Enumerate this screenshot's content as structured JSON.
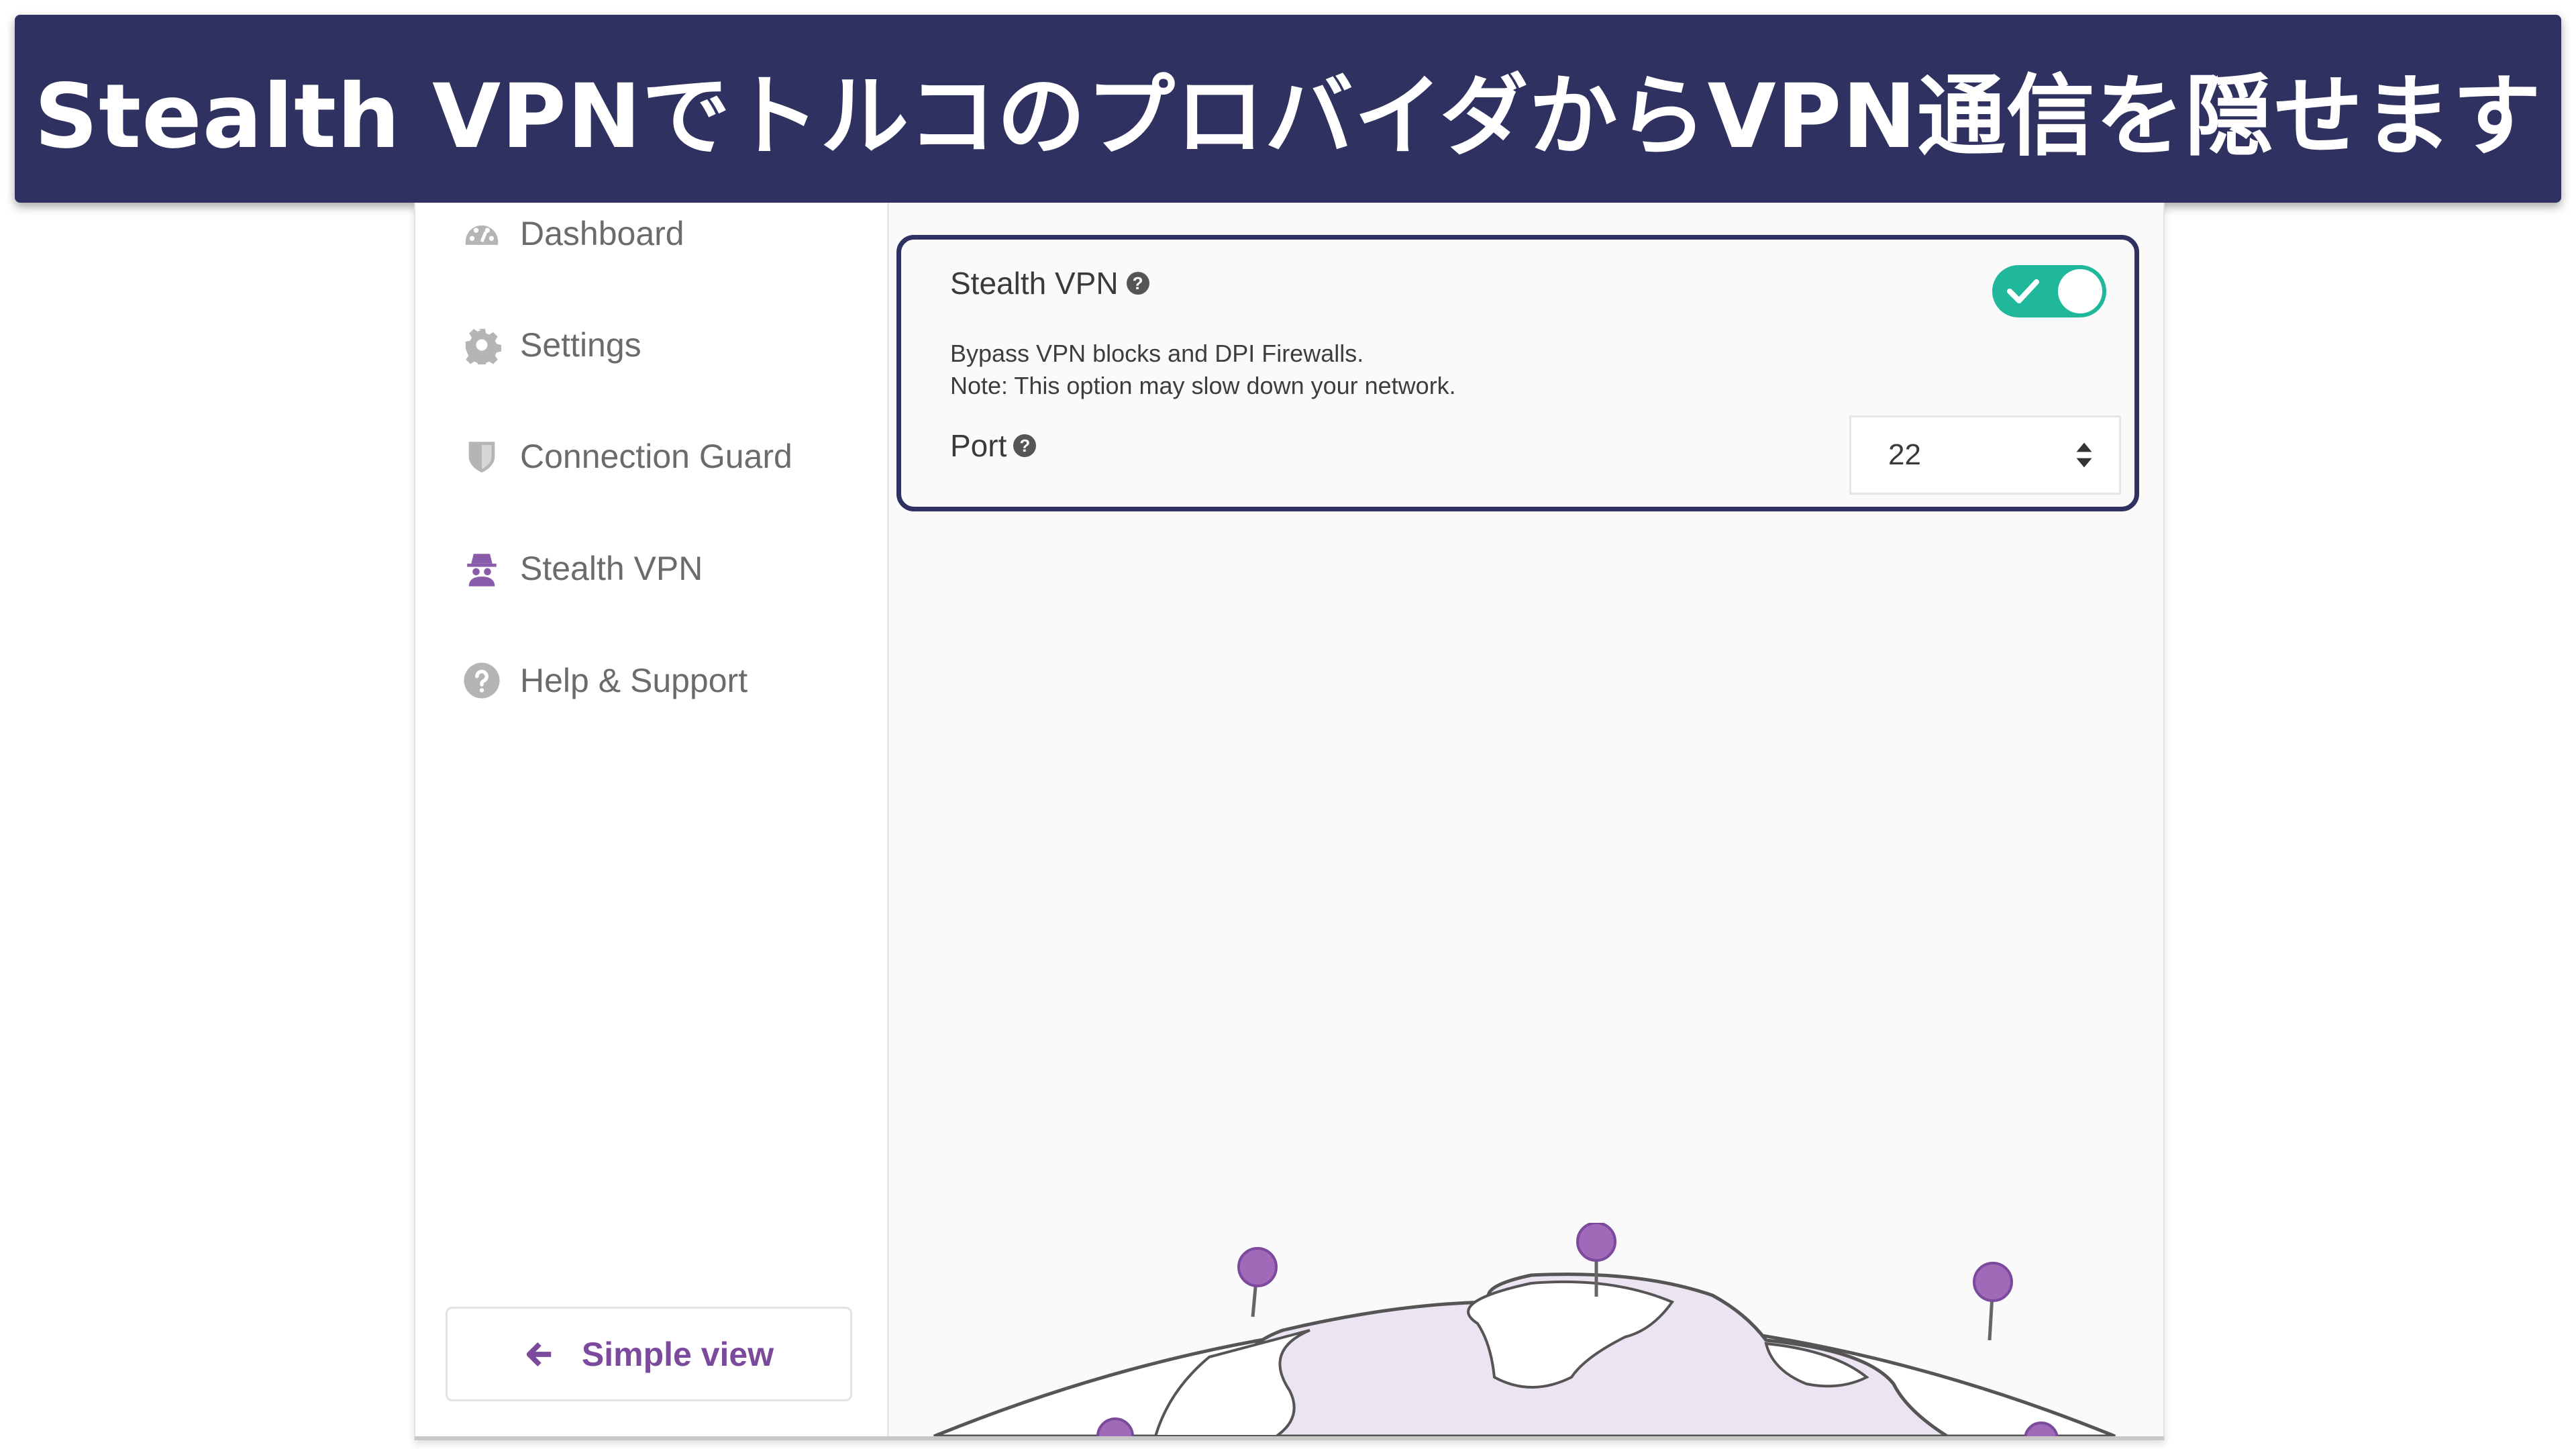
{
  "banner": {
    "title": "Stealth VPNでトルコのプロバイダからVPN通信を隠せます"
  },
  "sidebar": {
    "items": [
      {
        "label": "Dashboard",
        "icon": "dashboard-icon"
      },
      {
        "label": "Settings",
        "icon": "gear-icon"
      },
      {
        "label": "Connection Guard",
        "icon": "shield-icon"
      },
      {
        "label": "Stealth VPN",
        "icon": "spy-icon"
      },
      {
        "label": "Help & Support",
        "icon": "question-circle-icon"
      }
    ],
    "simple_view_label": "Simple view"
  },
  "stealth_panel": {
    "title": "Stealth VPN",
    "toggle_enabled": true,
    "description_line1": "Bypass VPN blocks and DPI Firewalls.",
    "description_line2": "Note: This option may slow down your network.",
    "port_label": "Port",
    "port_value": "22"
  },
  "colors": {
    "banner_bg": "#2f3260",
    "accent_purple": "#7b4a9c",
    "toggle_green": "#1fb89a",
    "panel_border": "#2f3260"
  }
}
